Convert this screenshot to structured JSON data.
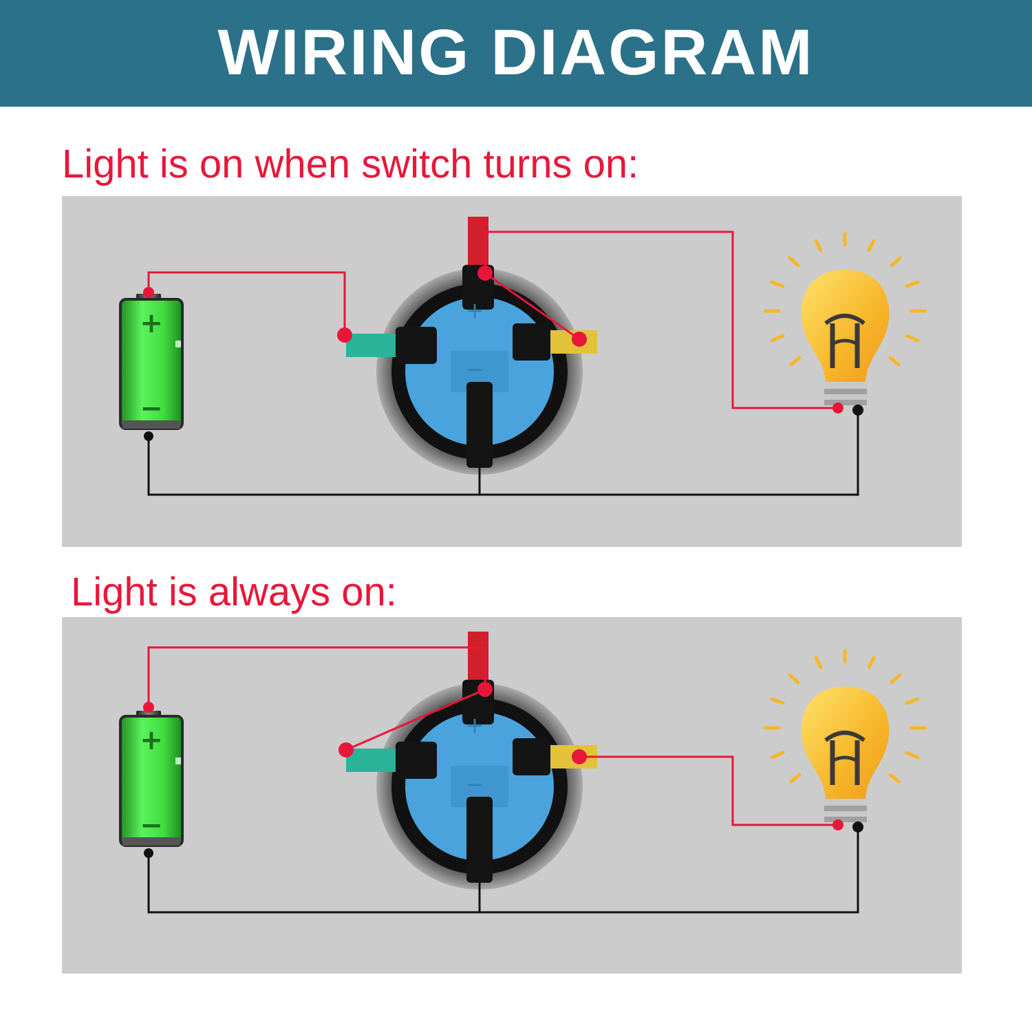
{
  "header": {
    "title": "WIRING DIAGRAM"
  },
  "colors": {
    "header_bg": "#2b7189",
    "caption": "#e8173a",
    "panel_bg": "#cccccc",
    "wire_positive": "#e8173a",
    "wire_ground": "#111111",
    "battery": "#3fdc3f",
    "switch_body": "#4aa3dc",
    "bulb": "#f7b62a"
  },
  "diagrams": [
    {
      "caption": "Light is on when switch turns on:"
    },
    {
      "caption": "Light is always on:"
    }
  ],
  "battery": {
    "positive_symbol": "+",
    "negative_symbol": "−"
  },
  "switch": {
    "positive_symbol": "+",
    "negative_symbol": "−"
  },
  "icons": [
    "battery-icon",
    "switch-icon",
    "light-bulb-icon"
  ]
}
